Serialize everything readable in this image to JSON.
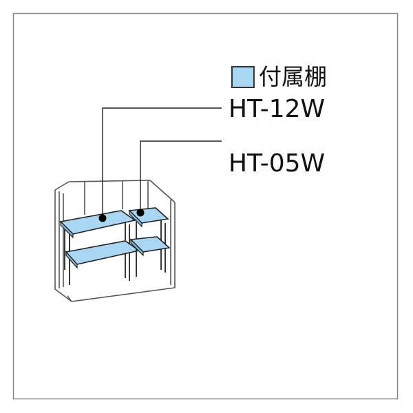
{
  "legend": {
    "label": "付属棚",
    "swatch_color": "#a9d6f2"
  },
  "models": [
    {
      "label": "HT-12W"
    },
    {
      "label": "HT-05W"
    }
  ],
  "colors": {
    "frame_border": "#888888",
    "wall_lines": "#555555",
    "shelf_fill": "#a9d6f2",
    "shelf_outline": "#222222",
    "leader_lines": "#222222"
  }
}
